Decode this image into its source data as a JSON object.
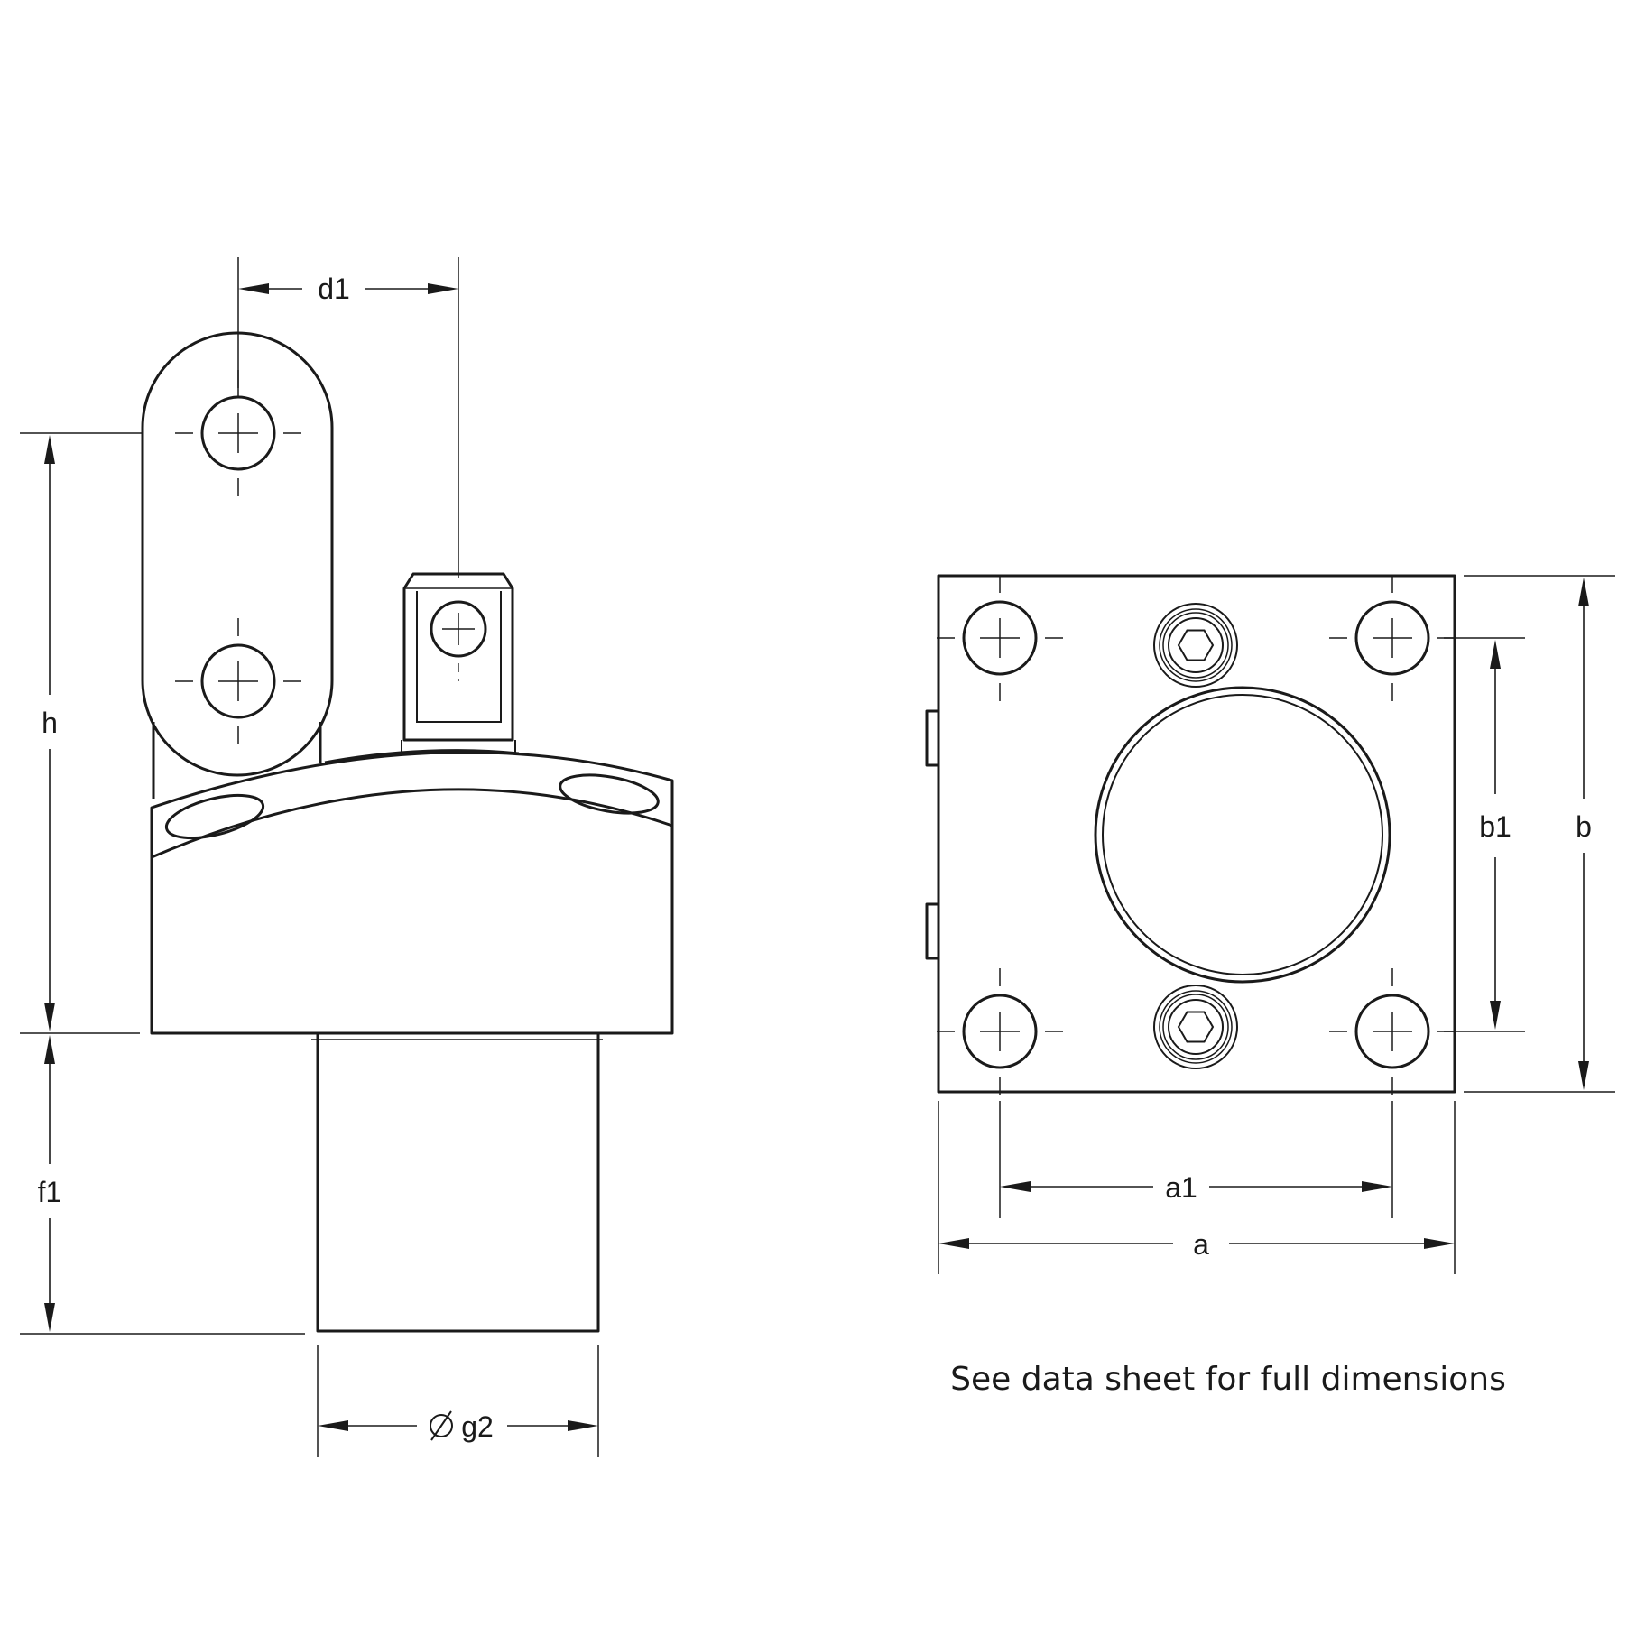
{
  "dimensions": {
    "d1": "d1",
    "h": "h",
    "f1": "f1",
    "g2": "g2",
    "a1": "a1",
    "a": "a",
    "b1": "b1",
    "b": "b"
  },
  "note": "See data sheet for full dimensions"
}
